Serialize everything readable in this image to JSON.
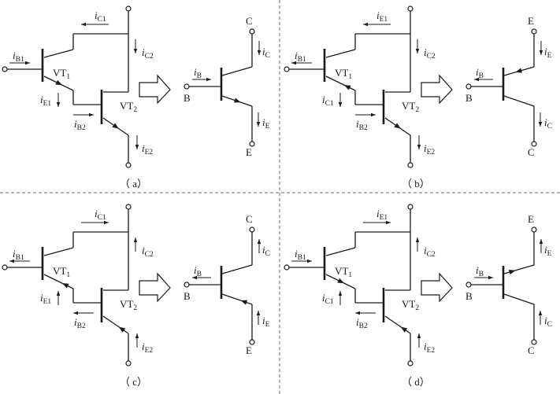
{
  "panels": [
    {
      "caption": "（ a）",
      "vt1": "VT",
      "vt1_sub": "1",
      "vt2": "VT",
      "vt2_sub": "2",
      "i1": "i",
      "i1_sub": "C1",
      "i2": "i",
      "i2_sub": "C2",
      "i3": "i",
      "i3_sub": "B1",
      "i4": "i",
      "i4_sub": "E1",
      "i5": "i",
      "i5_sub": "B2",
      "i6": "i",
      "i6_sub": "E2",
      "eq_top": "C",
      "eq_base": "B",
      "eq_bot": "E",
      "eq_ib": "i",
      "eq_ib_sub": "B",
      "eq_it": "i",
      "eq_it_sub": "C",
      "eq_ibot": "i",
      "eq_ibot_sub": "E"
    },
    {
      "caption": "（ b）",
      "vt1": "VT",
      "vt1_sub": "1",
      "vt2": "VT",
      "vt2_sub": "2",
      "i1": "i",
      "i1_sub": "E1",
      "i2": "i",
      "i2_sub": "C2",
      "i3": "i",
      "i3_sub": "B1",
      "i4": "i",
      "i4_sub": "C1",
      "i5": "i",
      "i5_sub": "B2",
      "i6": "i",
      "i6_sub": "E2",
      "eq_top": "E",
      "eq_base": "B",
      "eq_bot": "C",
      "eq_ib": "i",
      "eq_ib_sub": "B",
      "eq_it": "i",
      "eq_it_sub": "E",
      "eq_ibot": "i",
      "eq_ibot_sub": "C"
    },
    {
      "caption": "（ c）",
      "vt1": "VT",
      "vt1_sub": "1",
      "vt2": "VT",
      "vt2_sub": "2",
      "i1": "i",
      "i1_sub": "C1",
      "i2": "i",
      "i2_sub": "C2",
      "i3": "i",
      "i3_sub": "B1",
      "i4": "i",
      "i4_sub": "E1",
      "i5": "i",
      "i5_sub": "B2",
      "i6": "i",
      "i6_sub": "E2",
      "eq_top": "C",
      "eq_base": "B",
      "eq_bot": "E",
      "eq_ib": "i",
      "eq_ib_sub": "B",
      "eq_it": "i",
      "eq_it_sub": "C",
      "eq_ibot": "i",
      "eq_ibot_sub": "E"
    },
    {
      "caption": "（ d）",
      "vt1": "VT",
      "vt1_sub": "1",
      "vt2": "VT",
      "vt2_sub": "2",
      "i1": "i",
      "i1_sub": "E1",
      "i2": "i",
      "i2_sub": "C2",
      "i3": "i",
      "i3_sub": "B1",
      "i4": "i",
      "i4_sub": "C1",
      "i5": "i",
      "i5_sub": "B2",
      "i6": "i",
      "i6_sub": "E2",
      "eq_top": "E",
      "eq_base": "B",
      "eq_bot": "C",
      "eq_ib": "i",
      "eq_ib_sub": "B",
      "eq_it": "i",
      "eq_it_sub": "E",
      "eq_ibot": "i",
      "eq_ibot_sub": "C"
    }
  ]
}
